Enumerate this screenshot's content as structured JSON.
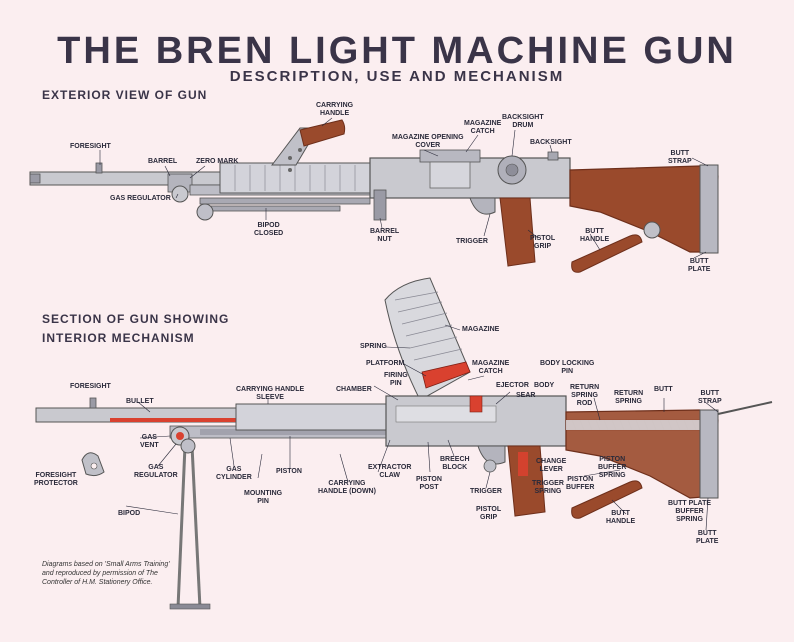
{
  "title": "THE BREN LIGHT MACHINE GUN",
  "subtitle": "DESCRIPTION, USE AND MECHANISM",
  "exterior": {
    "heading": "EXTERIOR VIEW OF GUN",
    "labels": {
      "foresight": "FORESIGHT",
      "barrel": "BARREL",
      "zero_mark": "ZERO MARK",
      "gas_regulator": "GAS REGULATOR",
      "carrying_handle": [
        "CARRYING",
        "HANDLE"
      ],
      "bipod_closed": [
        "BIPOD",
        "CLOSED"
      ],
      "barrel_nut": [
        "BARREL",
        "NUT"
      ],
      "magazine_opening_cover": [
        "MAGAZINE OPENING",
        "COVER"
      ],
      "magazine_catch": [
        "MAGAZINE",
        "CATCH"
      ],
      "backsight_drum": [
        "BACKSIGHT",
        "DRUM"
      ],
      "backsight": "BACKSIGHT",
      "trigger": "TRIGGER",
      "pistol_grip": [
        "PISTOL",
        "GRIP"
      ],
      "butt_handle": [
        "BUTT",
        "HANDLE"
      ],
      "butt_strap": [
        "BUTT",
        "STRAP"
      ],
      "butt_plate": [
        "BUTT",
        "PLATE"
      ]
    }
  },
  "section": {
    "heading": [
      "SECTION OF GUN SHOWING",
      "INTERIOR MECHANISM"
    ],
    "labels": {
      "magazine": "MAGAZINE",
      "spring": "SPRING",
      "platform": "PLATFORM",
      "firing_pin": [
        "FIRING",
        "PIN"
      ],
      "magazine_catch": [
        "MAGAZINE",
        "CATCH"
      ],
      "ejector": "EJECTOR",
      "body": "BODY",
      "body_locking_pin": [
        "BODY LOCKING",
        "PIN"
      ],
      "return_spring_rod": [
        "RETURN",
        "SPRING",
        "ROD"
      ],
      "return_spring": [
        "RETURN",
        "SPRING"
      ],
      "butt": "BUTT",
      "butt_strap": [
        "BUTT",
        "STRAP"
      ],
      "foresight": "FORESIGHT",
      "carrying_handle_sleeve": [
        "CARRYING HANDLE",
        "SLEEVE"
      ],
      "chamber": "CHAMBER",
      "sear": "SEAR",
      "bullet": "BULLET",
      "gas_vent": [
        "GAS",
        "VENT"
      ],
      "gas_regulator": [
        "GAS",
        "REGULATOR"
      ],
      "gas_cylinder": [
        "GAS",
        "CYLINDER"
      ],
      "piston": "PISTON",
      "mounting_pin": [
        "MOUNTING",
        "PIN"
      ],
      "carrying_handle_down": [
        "CARRYING",
        "HANDLE (DOWN)"
      ],
      "extractor_claw": [
        "EXTRACTOR",
        "CLAW"
      ],
      "breech_block": [
        "BREECH",
        "BLOCK"
      ],
      "piston_post": [
        "PISTON",
        "POST"
      ],
      "trigger": "TRIGGER",
      "change_lever": [
        "CHANGE",
        "LEVER"
      ],
      "piston_buffer": [
        "PISTON",
        "BUFFER"
      ],
      "piston_buffer_spring": [
        "PISTON",
        "BUFFER",
        "SPRING"
      ],
      "trigger_spring": [
        "TRIGGER",
        "SPRING"
      ],
      "pistol_grip": [
        "PISTOL",
        "GRIP"
      ],
      "foresight_protector": [
        "FORESIGHT",
        "PROTECTOR"
      ],
      "bipod": "BIPOD",
      "butt_handle": [
        "BUTT",
        "HANDLE"
      ],
      "butt_plate_buffer_spring": [
        "BUTT PLATE",
        "BUFFER",
        "SPRING"
      ],
      "butt_plate": [
        "BUTT",
        "PLATE"
      ]
    }
  },
  "credit": "Diagrams based on 'Small Arms Training' and reproduced by permission of The Controller of H.M. Stationery Office.",
  "colors": {
    "background": "#fbeef0",
    "metal": "#c9c9cf",
    "metal_dark": "#7d7d88",
    "wood": "#9a4a2c",
    "wood_dark": "#6e2f1b",
    "red_section": "#d9412f"
  }
}
